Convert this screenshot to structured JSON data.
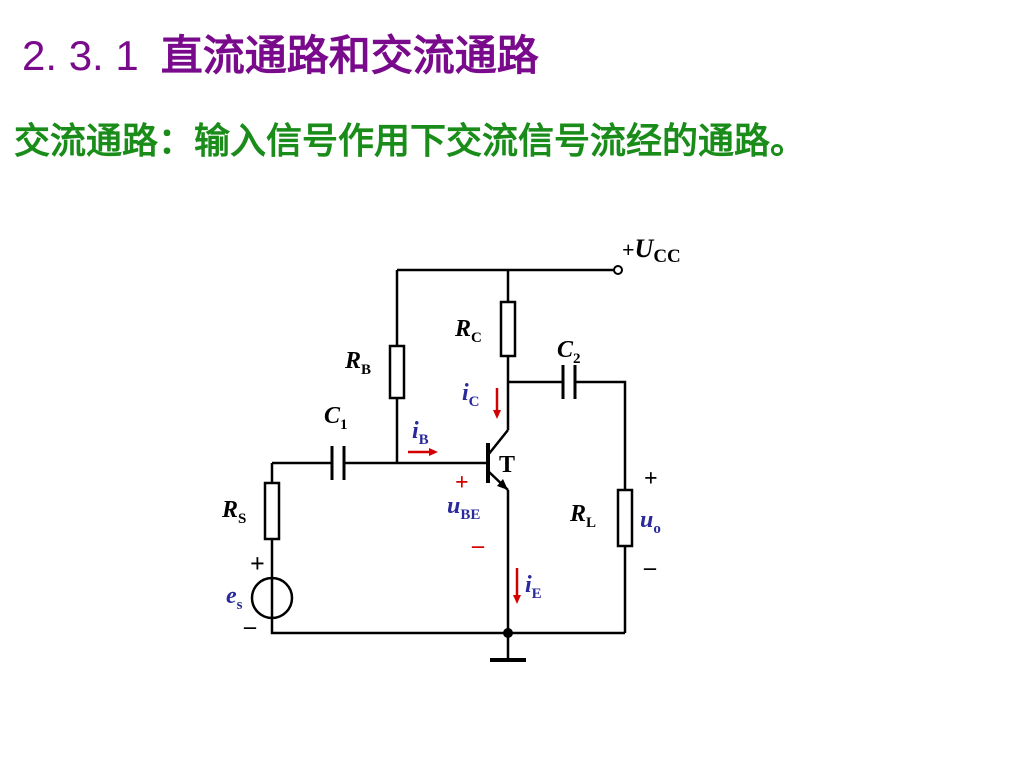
{
  "title": {
    "number": "2. 3. 1",
    "text": "直流通路和交流通路"
  },
  "subtitle": "交流通路：输入信号作用下交流信号流经的通路。",
  "colors": {
    "title": "#7a0a8c",
    "subtitle": "#1a8c1a",
    "current_label": "#2a2a9a",
    "arrow": "#d40000"
  },
  "circuit": {
    "supply": {
      "sign": "+",
      "symbol": "U",
      "sub": "CC"
    },
    "RB": {
      "symbol": "R",
      "sub": "B"
    },
    "RC": {
      "symbol": "R",
      "sub": "C"
    },
    "C1": {
      "symbol": "C",
      "sub": "1"
    },
    "C2": {
      "symbol": "C",
      "sub": "2"
    },
    "RS": {
      "symbol": "R",
      "sub": "S"
    },
    "RL": {
      "symbol": "R",
      "sub": "L"
    },
    "transistor": "T",
    "iB": {
      "symbol": "i",
      "sub": "B"
    },
    "iC": {
      "symbol": "i",
      "sub": "C"
    },
    "iE": {
      "symbol": "i",
      "sub": "E"
    },
    "uBE": {
      "symbol": "u",
      "sub": "BE",
      "plus": "+",
      "minus": "–"
    },
    "uo": {
      "symbol": "u",
      "sub": "o",
      "plus": "+",
      "minus": "–"
    },
    "es": {
      "symbol": "e",
      "sub": "s",
      "plus": "+",
      "minus": "–"
    }
  }
}
